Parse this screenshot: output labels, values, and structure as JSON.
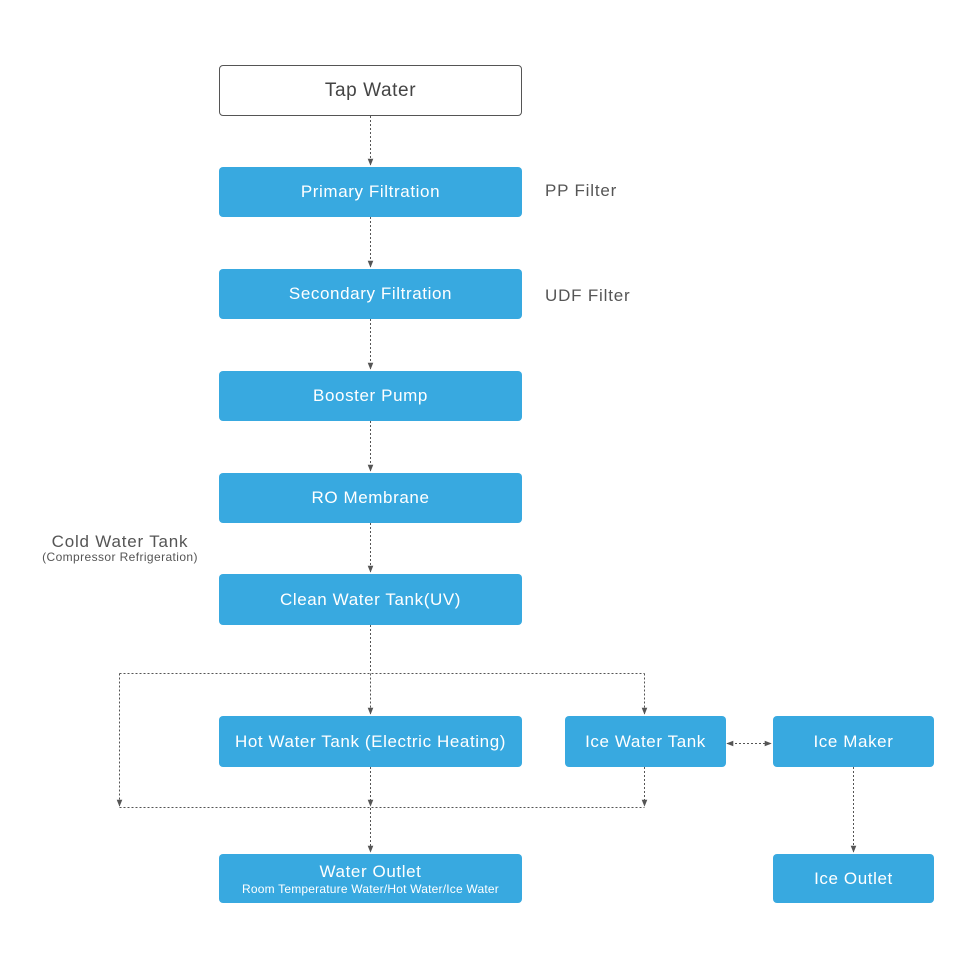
{
  "nodes": {
    "tap_water": {
      "label": "Tap Water"
    },
    "primary_filtration": {
      "label": "Primary Filtration"
    },
    "secondary_filtration": {
      "label": "Secondary Filtration"
    },
    "booster_pump": {
      "label": "Booster Pump"
    },
    "ro_membrane": {
      "label": "RO Membrane"
    },
    "clean_water_tank": {
      "label": "Clean Water Tank(UV)"
    },
    "hot_water_tank": {
      "label": "Hot Water Tank (Electric Heating)"
    },
    "ice_water_tank": {
      "label": "Ice Water Tank"
    },
    "ice_maker": {
      "label": "Ice Maker"
    },
    "water_outlet": {
      "label": "Water Outlet",
      "sublabel": "Room Temperature Water/Hot Water/Ice Water"
    },
    "ice_outlet": {
      "label": "Ice Outlet"
    }
  },
  "annotations": {
    "pp_filter": "PP Filter",
    "udf_filter": "UDF Filter",
    "cold_water_tank": {
      "label": "Cold Water Tank",
      "sublabel": "(Compressor Refrigeration)"
    }
  },
  "colors": {
    "node_fill": "#38a9e0",
    "node_text": "#ffffff",
    "outline_border": "#555555",
    "edge": "#555555",
    "annotation_text": "#555555"
  },
  "edge_style": "dashed"
}
